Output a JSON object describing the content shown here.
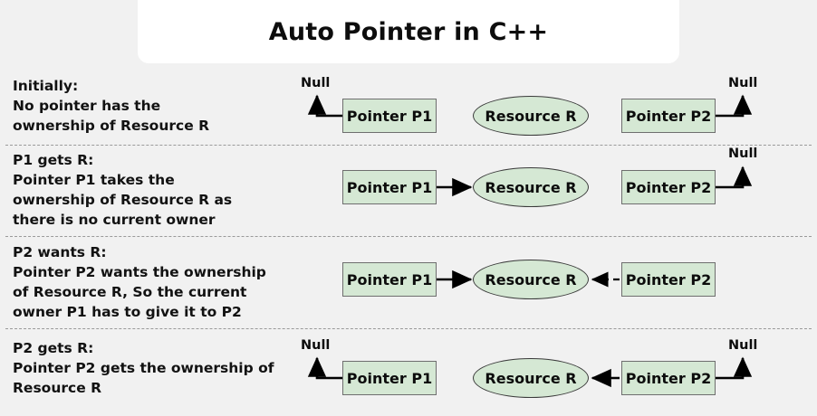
{
  "header": {
    "title": "Auto Pointer in C++"
  },
  "labels": {
    "null": "Null",
    "pointer_p1": "Pointer P1",
    "pointer_p2": "Pointer P2",
    "resource_r": "Resource R"
  },
  "colors": {
    "page_background": "#f1f1f1",
    "title_card": "#ffffff",
    "node_fill": "#d5e8d4",
    "box_border": "#6e6e6e",
    "ellipse_border": "#3a3a3a",
    "divider": "#9a9a9a",
    "text": "#111111"
  },
  "steps": [
    {
      "heading": "Initially:",
      "lines": [
        "Initially:",
        "No pointer has the",
        "ownership of Resource R"
      ],
      "p1_state": "null",
      "p2_state": "null",
      "p1_to_r": "none",
      "p2_to_r": "none"
    },
    {
      "heading": "P1 gets R:",
      "lines": [
        "P1 gets R:",
        "Pointer P1 takes the",
        "ownership of Resource R as",
        "there is no current owner"
      ],
      "p1_state": "owns",
      "p2_state": "null",
      "p1_to_r": "solid",
      "p2_to_r": "none"
    },
    {
      "heading": "P2 wants R:",
      "lines": [
        "P2 wants R:",
        "Pointer P2 wants the ownership",
        "of Resource R, So the current",
        "owner P1 has to give it to P2"
      ],
      "p1_state": "owns",
      "p2_state": "wants",
      "p1_to_r": "solid",
      "p2_to_r": "dashed"
    },
    {
      "heading": "P2 gets R:",
      "lines": [
        "P2 gets R:",
        "Pointer P2 gets the ownership of",
        "Resource R"
      ],
      "p1_state": "null",
      "p2_state": "owns",
      "p1_to_r": "none",
      "p2_to_r": "solid"
    }
  ]
}
